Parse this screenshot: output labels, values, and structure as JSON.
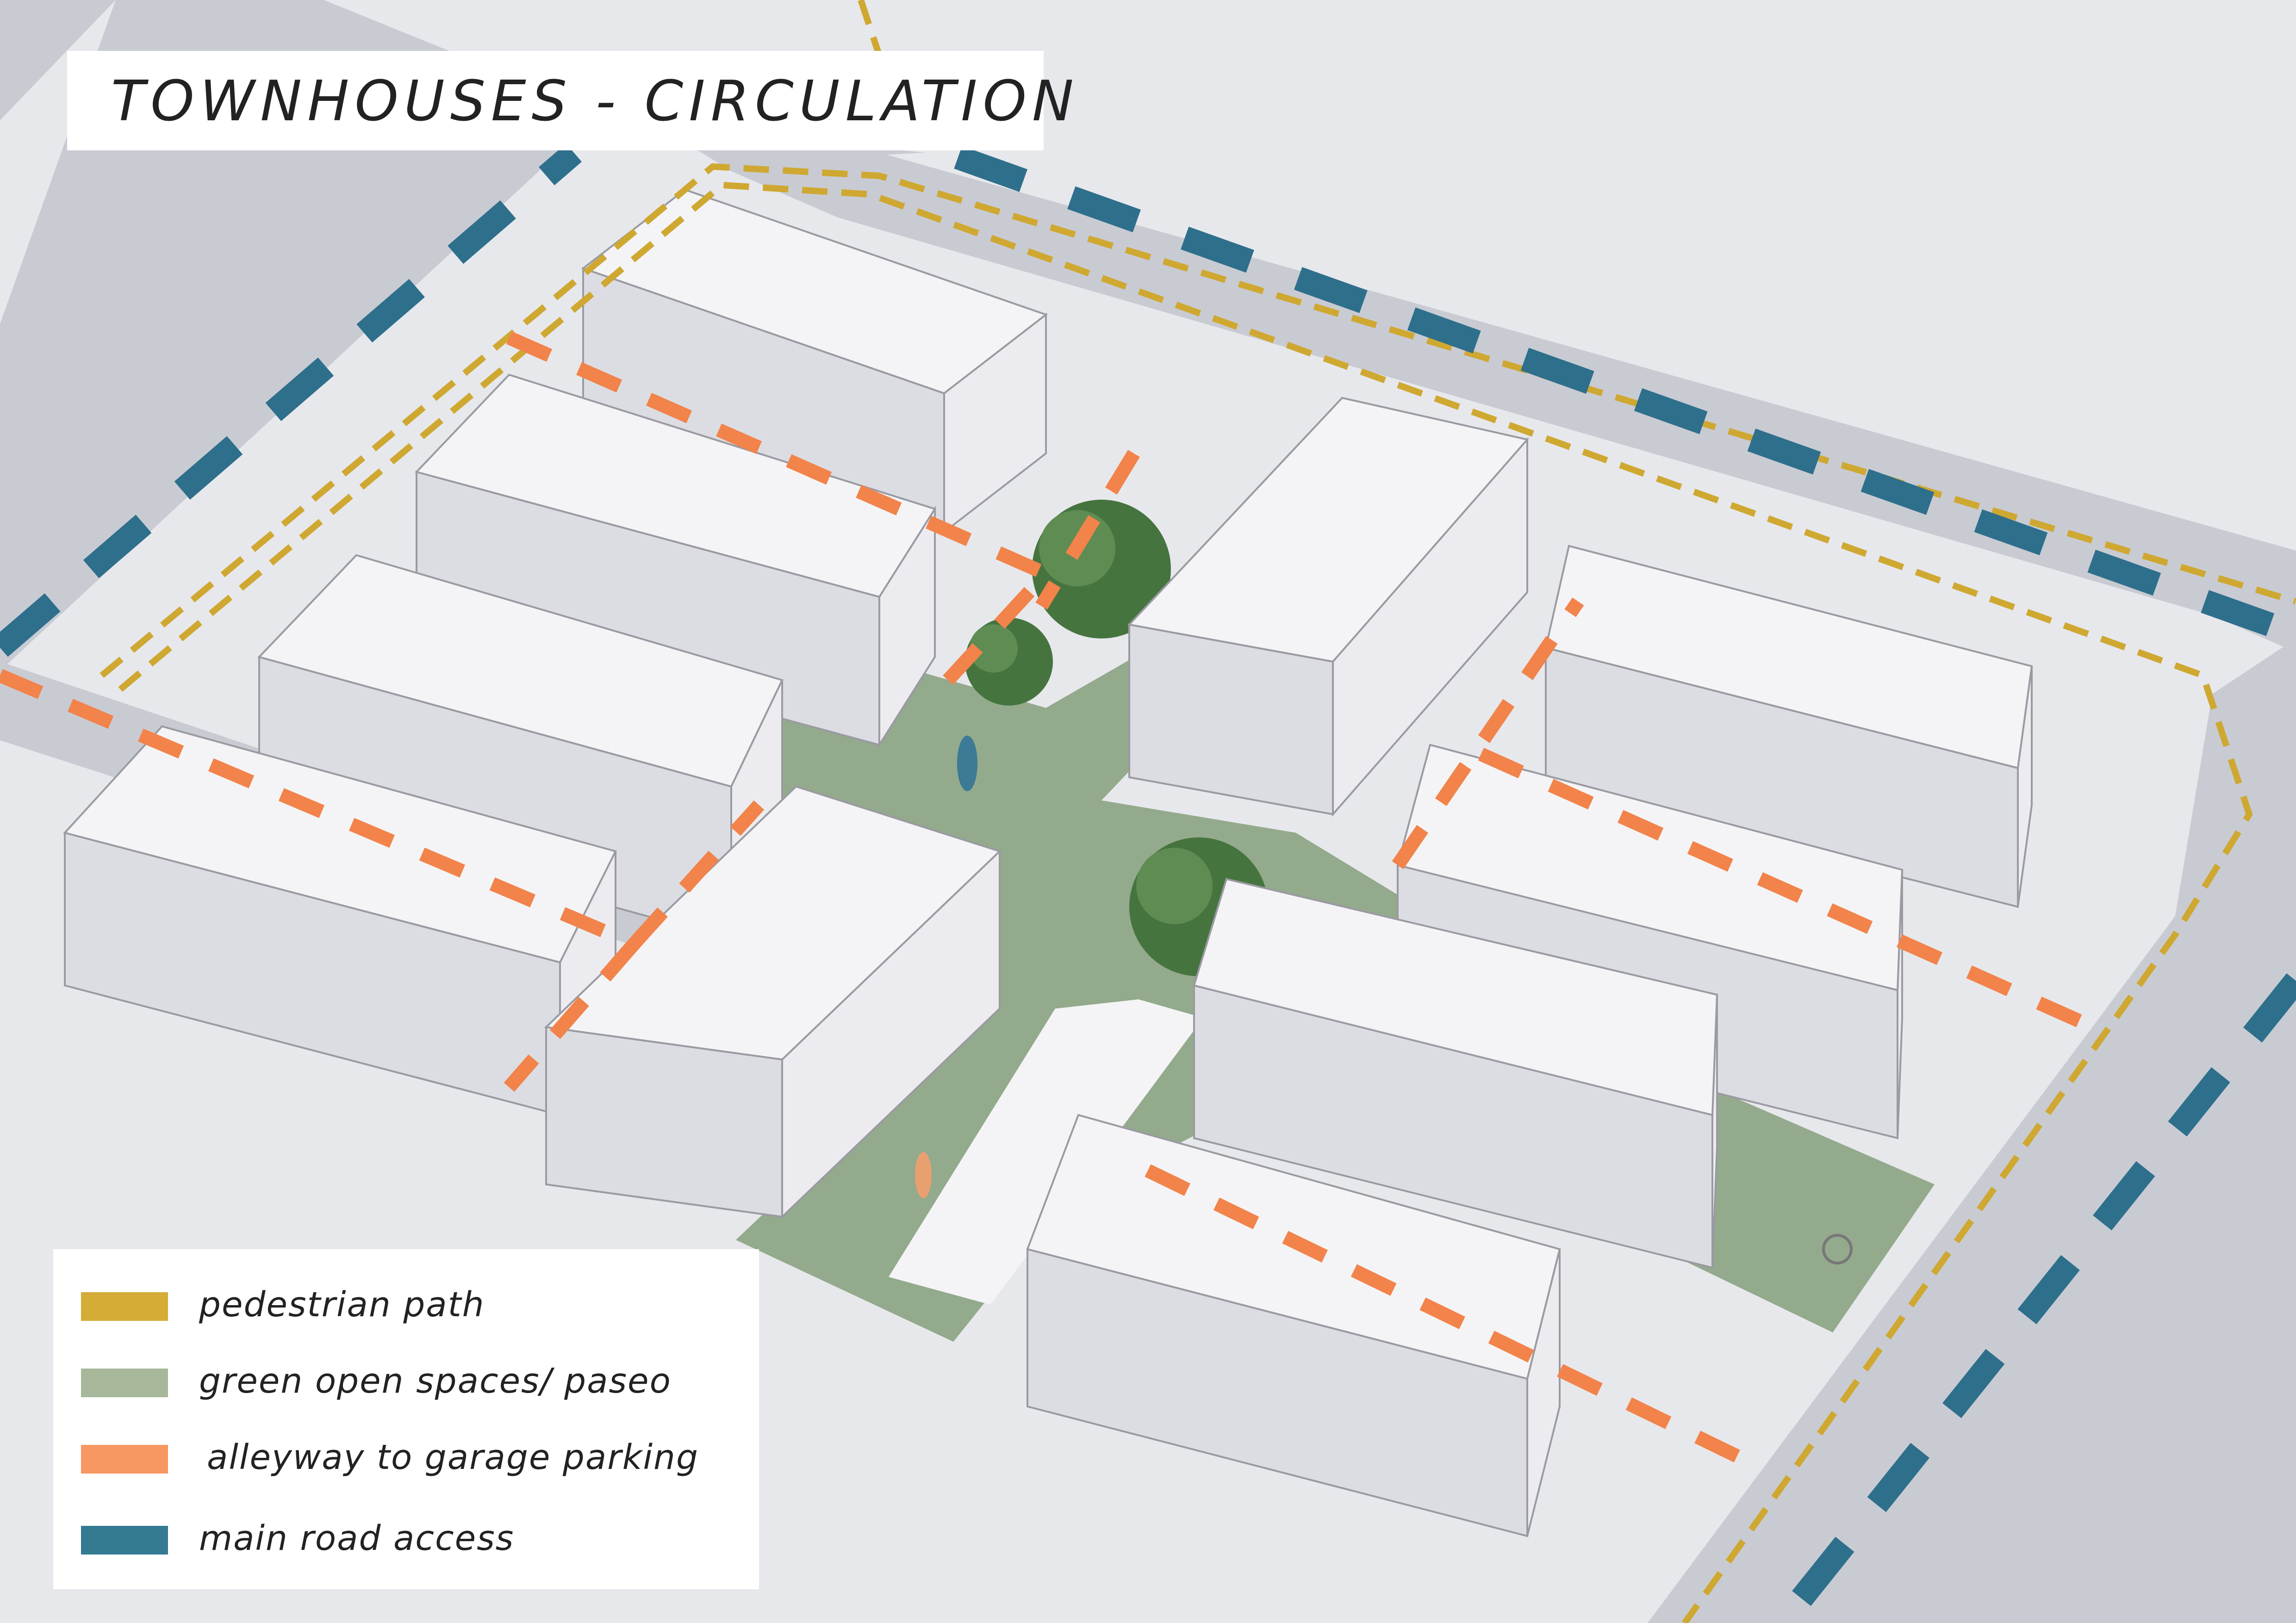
{
  "title": "TOWNHOUSES - CIRCULATION",
  "colors": {
    "ground": "#e7e8ec",
    "road": "#c9cbd3",
    "pedestrian": "#cfa832",
    "green": "#8aa382",
    "alley": "#f2834a",
    "main_road": "#2e6f8c",
    "building": "#f4f4f6"
  },
  "legend": [
    {
      "label": "pedestrian path",
      "color": "#d4ac36"
    },
    {
      "label": "green open spaces/ paseo",
      "color": "#a7b89a"
    },
    {
      "label": "alleyway to garage parking",
      "color": "#f79762"
    },
    {
      "label": "main road access",
      "color": "#347a93"
    }
  ]
}
